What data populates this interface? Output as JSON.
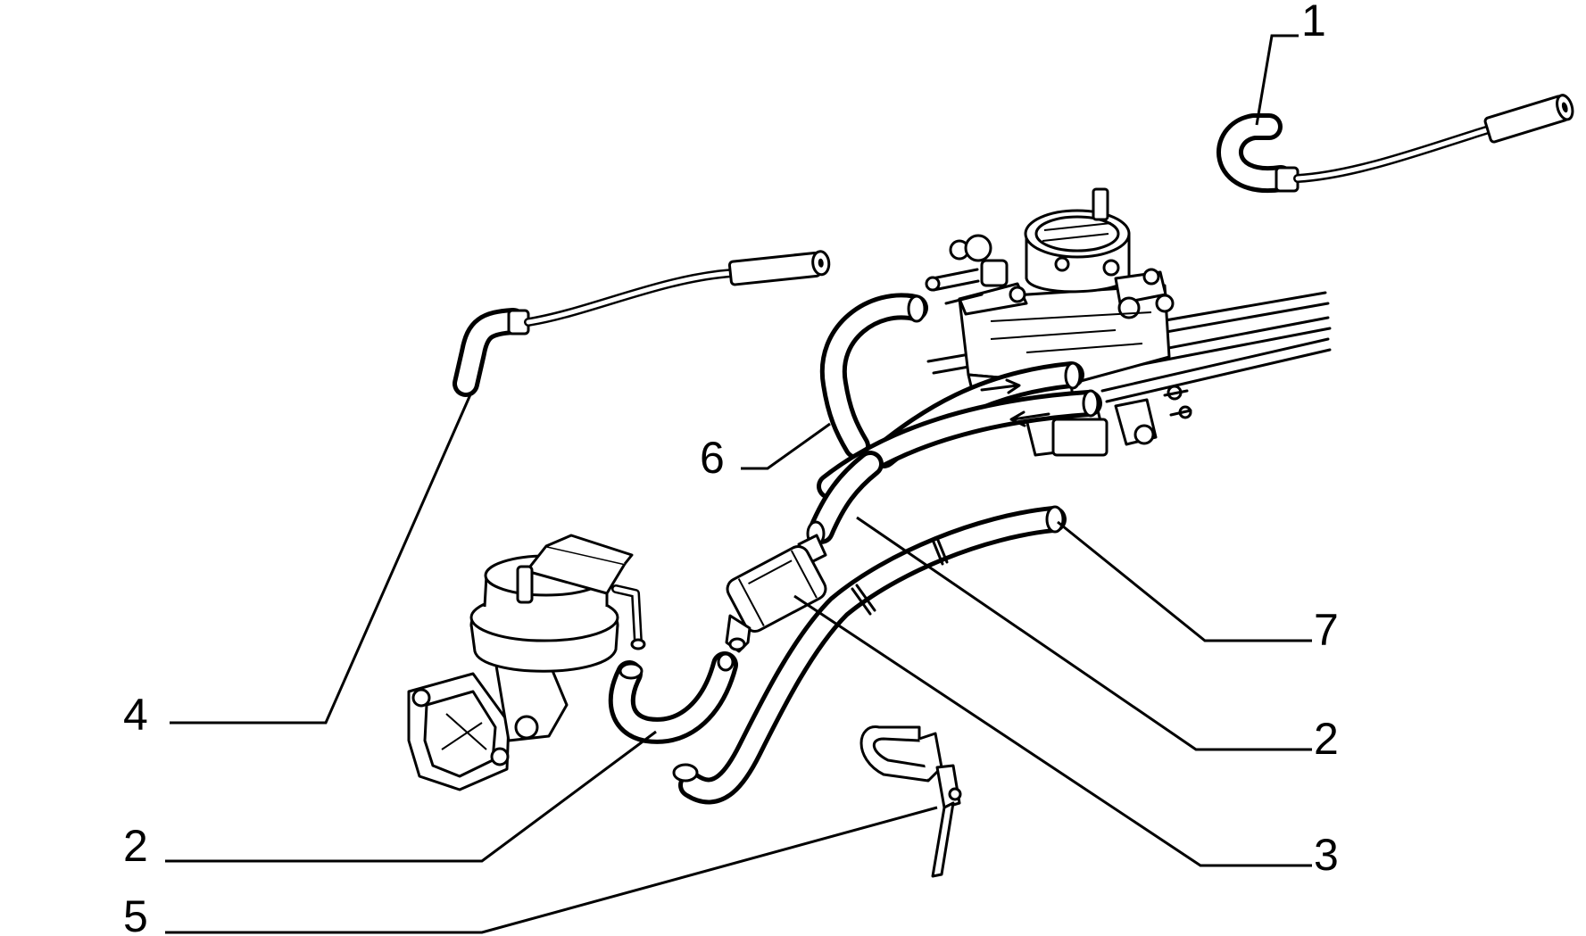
{
  "callouts": [
    {
      "id": "c1",
      "label": "1"
    },
    {
      "id": "c6",
      "label": "6"
    },
    {
      "id": "c7",
      "label": "7"
    },
    {
      "id": "c4",
      "label": "4"
    },
    {
      "id": "c2a",
      "label": "2"
    },
    {
      "id": "c2b",
      "label": "2"
    },
    {
      "id": "c3",
      "label": "3"
    },
    {
      "id": "c5",
      "label": "5"
    }
  ],
  "colors": {
    "ink": "#000000",
    "paper": "#ffffff"
  }
}
